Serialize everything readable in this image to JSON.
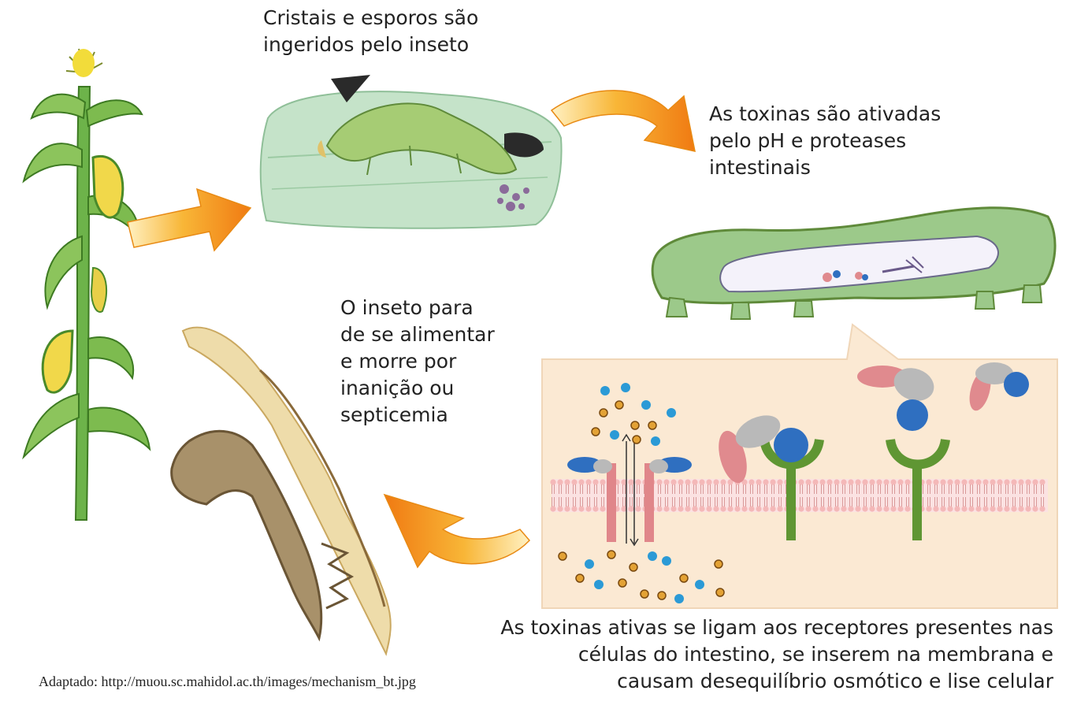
{
  "steps": {
    "ingestion": [
      "Cristais e esporos são",
      "ingeridos pelo inseto"
    ],
    "activation": [
      "As toxinas são ativadas",
      "pelo pH e proteases",
      "intestinais"
    ],
    "binding": [
      "As toxinas ativas se ligam aos receptores presentes nas",
      "células do intestino, se inserem na membrana e",
      "causam desequilíbrio osmótico e lise celular"
    ],
    "death": [
      "O inseto para",
      "de se alimentar",
      "e morre por",
      "inanição ou",
      "septicemia"
    ]
  },
  "source": "Adaptado: http://muou.sc.mahidol.ac.th/images/mechanism_bt.jpg",
  "icons": [
    "corn-plant-icon",
    "caterpillar-eating-icon",
    "caterpillar-gut-icon",
    "dead-caterpillar-icon",
    "membrane-icon",
    "arrow-icon"
  ],
  "colors": {
    "arrow": "#f39a1c",
    "caterpillar": "#9cc98a",
    "membrane_panel": "#fbe9d3",
    "receptor": "#5f9633",
    "toxin_pink": "#e08a8e",
    "toxin_blue": "#2f6fc0",
    "ion_blue": "#2b9ad6",
    "ion_orange": "#e3a235"
  }
}
